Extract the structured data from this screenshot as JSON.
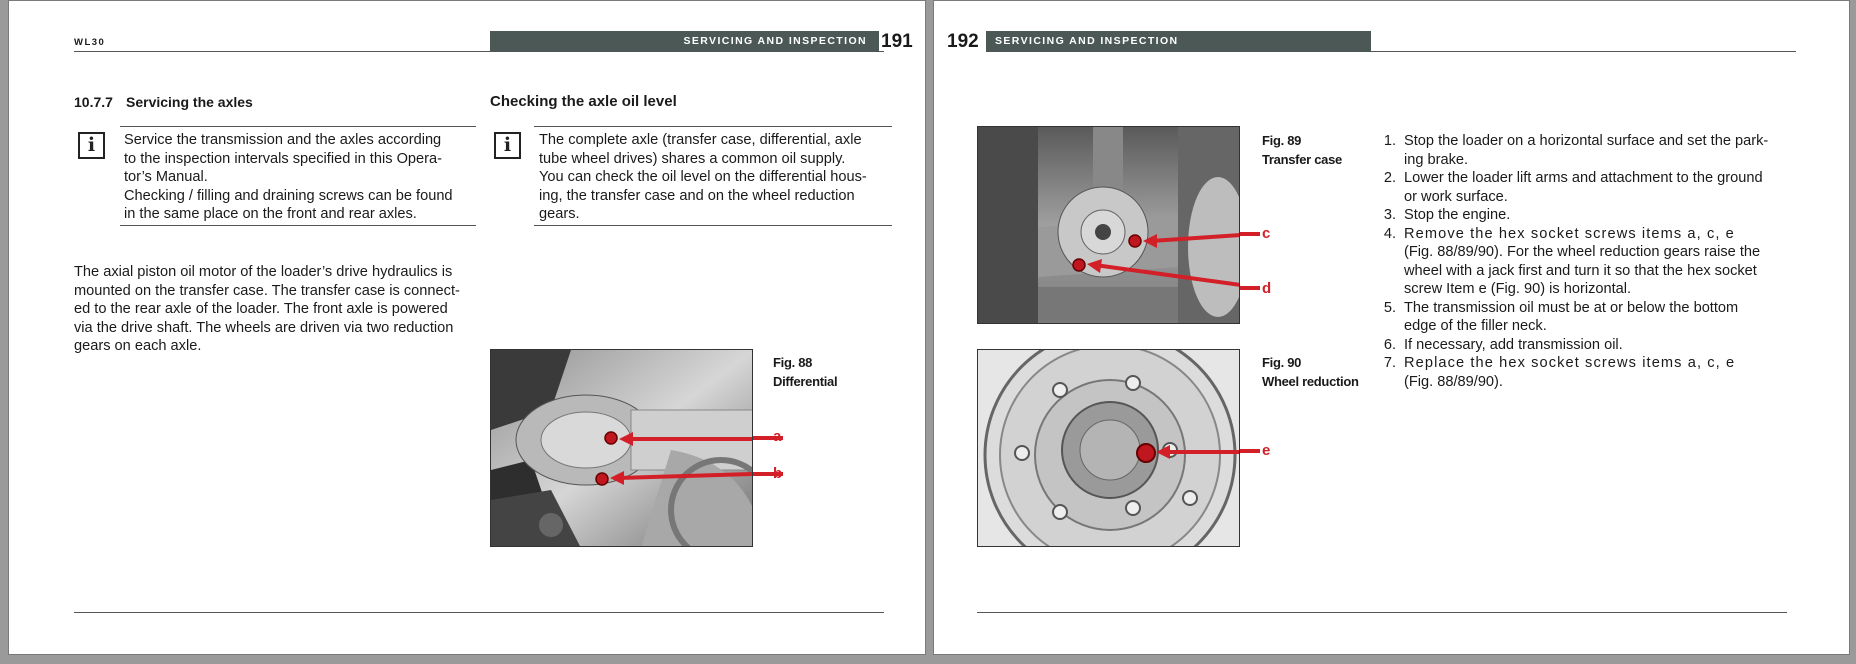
{
  "left_page": {
    "brand": "WL30",
    "header_title": "SERVICING AND INSPECTION",
    "page_number": "191",
    "section": {
      "number": "10.7.7",
      "title": "Servicing the axles",
      "info_lines": [
        "Service the transmission and the axles according",
        "to the inspection intervals specified in this Opera-",
        "tor’s Manual.",
        "Checking / filling and draining screws can be found",
        "in the same place on the front and rear axles."
      ],
      "body_lines": [
        "The axial piston oil motor of the loader’s drive hydraulics is",
        "mounted on the transfer case. The transfer case is connect-",
        "ed to the rear axle of the loader. The front axle is powered",
        "via the drive shaft. The wheels are driven via two reduction",
        "gears on each axle."
      ]
    },
    "oil_level": {
      "title": "Checking the axle oil level",
      "info_lines": [
        "The complete axle (transfer case, differential, axle",
        "tube wheel drives) shares a common oil supply.",
        "You can check the oil level on the differential hous-",
        "ing, the transfer case and on the wheel reduction",
        "gears."
      ]
    },
    "figure": {
      "fig_label": "Fig. 88",
      "caption": "Differential",
      "callouts": [
        "a",
        "b"
      ]
    }
  },
  "right_page": {
    "header_title": "SERVICING AND INSPECTION",
    "page_number": "192",
    "figure_89": {
      "fig_label": "Fig. 89",
      "caption": "Transfer case",
      "callouts": [
        "c",
        "d"
      ]
    },
    "figure_90": {
      "fig_label": "Fig. 90",
      "caption": "Wheel reduction",
      "callouts": [
        "e"
      ]
    },
    "steps": [
      {
        "n": "1.",
        "lines": [
          "Stop the loader on a horizontal surface and set the park-",
          "ing brake."
        ]
      },
      {
        "n": "2.",
        "lines": [
          "Lower the loader lift arms and attachment to the ground",
          "or work surface."
        ]
      },
      {
        "n": "3.",
        "lines": [
          "Stop the engine."
        ]
      },
      {
        "n": "4.",
        "lines": [
          "Remove the hex socket screws items a, c, e",
          "(Fig. 88/89/90). For the wheel reduction gears raise the",
          "wheel with a jack first and turn it so that the hex socket",
          "screw Item e (Fig. 90) is horizontal."
        ]
      },
      {
        "n": "5.",
        "lines": [
          "The transmission oil must be at or below the bottom",
          "edge of the filler neck."
        ]
      },
      {
        "n": "6.",
        "lines": [
          "If necessary, add transmission oil."
        ]
      },
      {
        "n": "7.",
        "lines": [
          "Replace the hex socket screws items a, c, e",
          "(Fig. 88/89/90)."
        ]
      }
    ]
  },
  "colors": {
    "header_bar": "#4b5856",
    "callout_red": "#d21f28",
    "page_bg": "#ffffff",
    "viewer_bg": "#9a9a9a"
  },
  "icons": {
    "info": "info-icon"
  }
}
